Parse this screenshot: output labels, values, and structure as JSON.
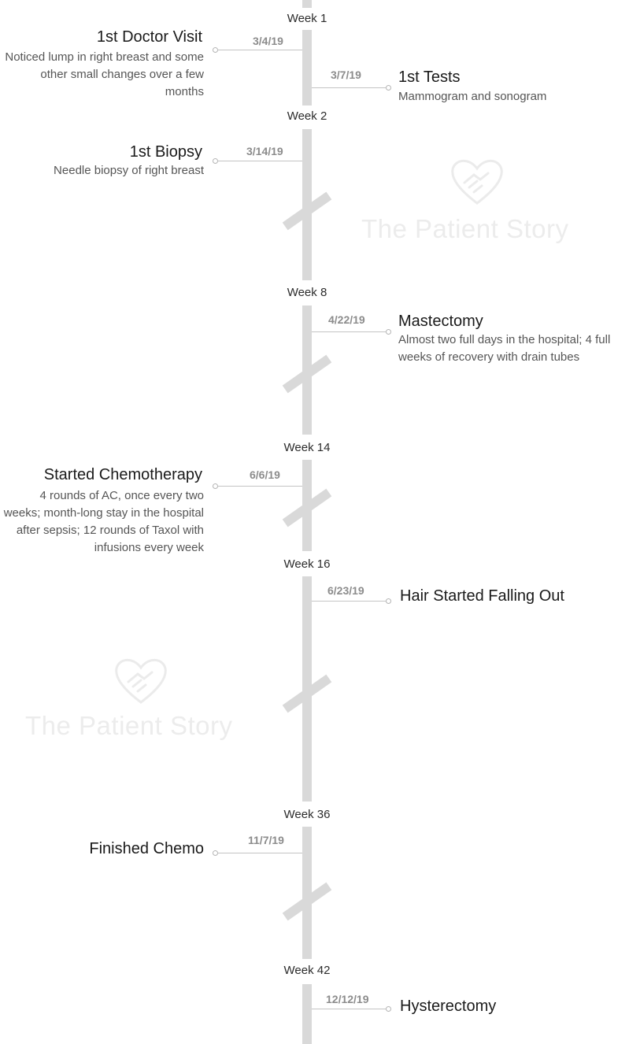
{
  "watermark": {
    "text": "The Patient Story",
    "icon": "heart-handshake-icon",
    "color": "#ececec"
  },
  "timeline": {
    "spine_color": "#d9d9d9",
    "weeks": [
      "Week 1",
      "Week 2",
      "Week 8",
      "Week 14",
      "Week 16",
      "Week 36",
      "Week 42"
    ],
    "events": [
      {
        "title": "1st Doctor Visit",
        "date": "3/4/19",
        "side": "left",
        "description": "Noticed lump in right breast and some other small changes over a few months"
      },
      {
        "title": "1st Tests",
        "date": "3/7/19",
        "side": "right",
        "description": "Mammogram and sonogram"
      },
      {
        "title": "1st Biopsy",
        "date": "3/14/19",
        "side": "left",
        "description": "Needle biopsy of right breast"
      },
      {
        "title": "Mastectomy",
        "date": "4/22/19",
        "side": "right",
        "description": "Almost two full days in the hospital; 4 full weeks of recovery with drain tubes"
      },
      {
        "title": "Started Chemotherapy",
        "date": "6/6/19",
        "side": "left",
        "description": "4 rounds of AC, once every two weeks; month-long stay in the hospital after sepsis; 12 rounds of Taxol with infusions every week"
      },
      {
        "title": "Hair Started Falling Out",
        "date": "6/23/19",
        "side": "right",
        "description": ""
      },
      {
        "title": "Finished Chemo",
        "date": "11/7/19",
        "side": "left",
        "description": ""
      },
      {
        "title": "Hysterectomy",
        "date": "12/12/19",
        "side": "right",
        "description": ""
      }
    ]
  }
}
